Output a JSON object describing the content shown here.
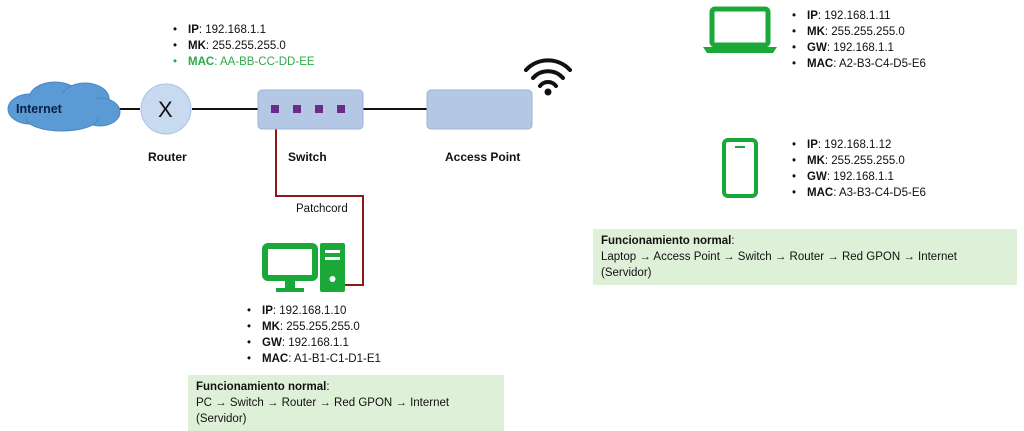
{
  "internet": {
    "label": "Internet"
  },
  "router": {
    "label": "Router",
    "symbol": "X"
  },
  "switch": {
    "label": "Switch"
  },
  "access_point": {
    "label": "Access Point"
  },
  "patchcord": {
    "label": "Patchcord"
  },
  "router_info": [
    {
      "key": "IP",
      "value": "192.168.1.1"
    },
    {
      "key": "MK",
      "value": "255.255.255.0"
    },
    {
      "key": "MAC",
      "value": "AA-BB-CC-DD-EE"
    }
  ],
  "pc_info": [
    {
      "key": "IP",
      "value": "192.168.1.10"
    },
    {
      "key": "MK",
      "value": "255.255.255.0"
    },
    {
      "key": "GW",
      "value": "192.168.1.1"
    },
    {
      "key": "MAC",
      "value": "A1-B1-C1-D1-E1"
    }
  ],
  "laptop_info": [
    {
      "key": "IP",
      "value": "192.168.1.11"
    },
    {
      "key": "MK",
      "value": "255.255.255.0"
    },
    {
      "key": "GW",
      "value": "192.168.1.1"
    },
    {
      "key": "MAC",
      "value": "A2-B3-C4-D5-E6"
    }
  ],
  "phone_info": [
    {
      "key": "IP",
      "value": "192.168.1.12"
    },
    {
      "key": "MK",
      "value": "255.255.255.0"
    },
    {
      "key": "GW",
      "value": "192.168.1.1"
    },
    {
      "key": "MAC",
      "value": "A3-B3-C4-D5-E6"
    }
  ],
  "pc_note": {
    "title": "Funcionamiento normal",
    "path": "PC → Switch → Router → Red GPON → Internet (Servidor)"
  },
  "wireless_note": {
    "title": "Funcionamiento normal",
    "path": "Laptop →  Access Point → Switch → Router → Red GPON → Internet (Servidor)"
  },
  "colors": {
    "device_fill": "#b4c8e6",
    "device_light": "#c8daf0",
    "port": "#6b2a8c",
    "patchcord": "#8b1a1a",
    "endpoint_green": "#1aa838",
    "note_bg": "#dff0d8",
    "accent_text": "#2eaa4a"
  },
  "icons": {
    "cloud": "cloud-icon",
    "router": "router-icon",
    "switch": "switch-icon",
    "access_point": "access-point-icon",
    "wifi": "wifi-icon",
    "pc": "desktop-pc-icon",
    "laptop": "laptop-icon",
    "phone": "smartphone-icon"
  }
}
